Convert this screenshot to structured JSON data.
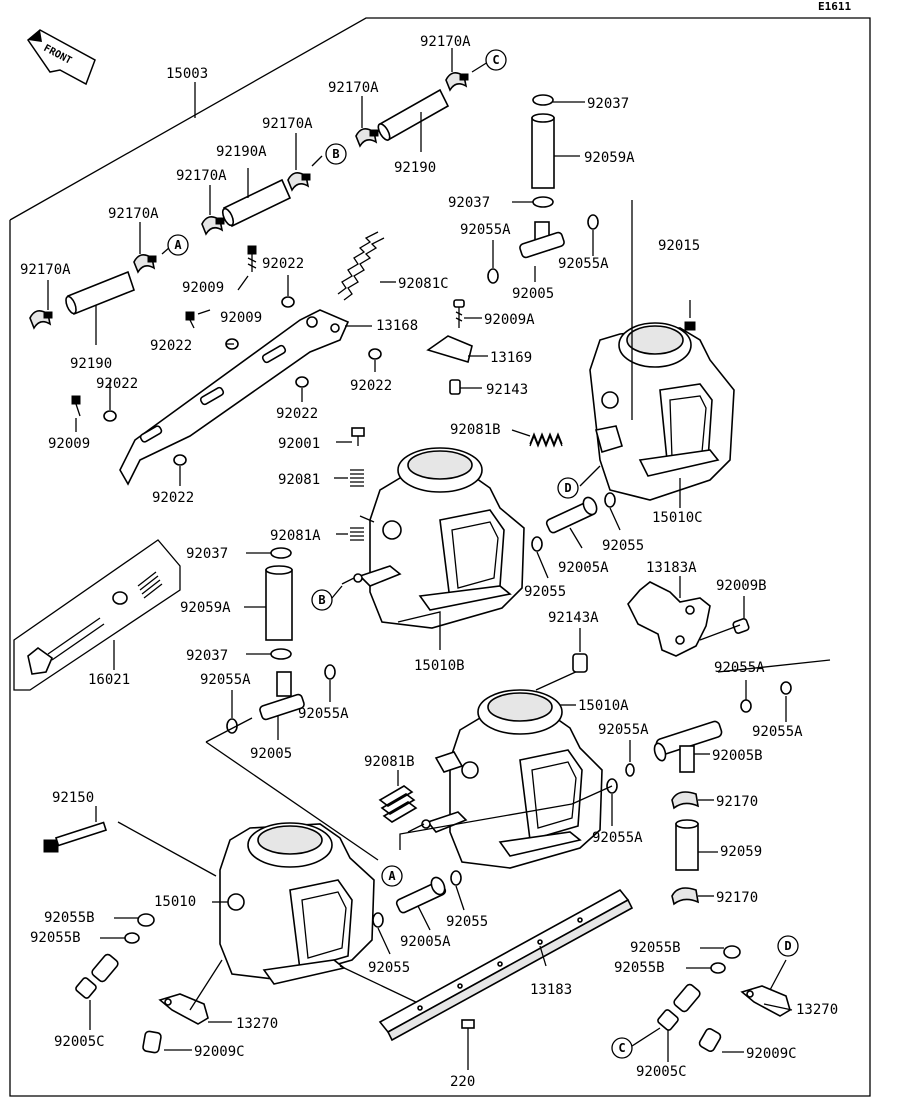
{
  "diagram_code": "E1611",
  "front_label": "FRONT",
  "callouts": {
    "A": "A",
    "B": "B",
    "C": "C",
    "D": "D"
  },
  "parts": [
    {
      "id": "p15003",
      "label": "15003"
    },
    {
      "id": "p92170A_c",
      "label": "92170A"
    },
    {
      "id": "p92037_top",
      "label": "92037"
    },
    {
      "id": "p92170A_2",
      "label": "92170A"
    },
    {
      "id": "p92059A_top",
      "label": "92059A"
    },
    {
      "id": "p92170A_3",
      "label": "92170A"
    },
    {
      "id": "p92190A",
      "label": "92190A"
    },
    {
      "id": "p92190_top",
      "label": "92190"
    },
    {
      "id": "p92170A_4",
      "label": "92170A"
    },
    {
      "id": "p92037_mid",
      "label": "92037"
    },
    {
      "id": "p92170A_5",
      "label": "92170A"
    },
    {
      "id": "p92055A_1",
      "label": "92055A"
    },
    {
      "id": "p92055A_2",
      "label": "92055A"
    },
    {
      "id": "p92015",
      "label": "92015"
    },
    {
      "id": "p92022_1",
      "label": "92022"
    },
    {
      "id": "p92170A_6",
      "label": "92170A"
    },
    {
      "id": "p92009_1",
      "label": "92009"
    },
    {
      "id": "p92081C",
      "label": "92081C"
    },
    {
      "id": "p92005_top",
      "label": "92005"
    },
    {
      "id": "p92009_2",
      "label": "92009"
    },
    {
      "id": "p92009A",
      "label": "92009A"
    },
    {
      "id": "p13168",
      "label": "13168"
    },
    {
      "id": "p92022_2",
      "label": "92022"
    },
    {
      "id": "p13169",
      "label": "13169"
    },
    {
      "id": "p92190_left",
      "label": "92190"
    },
    {
      "id": "p92022_3",
      "label": "92022"
    },
    {
      "id": "p92022_4",
      "label": "92022"
    },
    {
      "id": "p92143",
      "label": "92143"
    },
    {
      "id": "p92022_5",
      "label": "92022"
    },
    {
      "id": "p92009_3",
      "label": "92009"
    },
    {
      "id": "p92081B_top",
      "label": "92081B"
    },
    {
      "id": "p92001",
      "label": "92001"
    },
    {
      "id": "p92081",
      "label": "92081"
    },
    {
      "id": "p92022_6",
      "label": "92022"
    },
    {
      "id": "p15010C",
      "label": "15010C"
    },
    {
      "id": "p92081A",
      "label": "92081A"
    },
    {
      "id": "p92055_1",
      "label": "92055"
    },
    {
      "id": "p92037_lower",
      "label": "92037"
    },
    {
      "id": "p92005A_top",
      "label": "92005A"
    },
    {
      "id": "p13183A",
      "label": "13183A"
    },
    {
      "id": "p92055_2",
      "label": "92055"
    },
    {
      "id": "p92009B",
      "label": "92009B"
    },
    {
      "id": "p92059A_lower",
      "label": "92059A"
    },
    {
      "id": "p92143A",
      "label": "92143A"
    },
    {
      "id": "p92037_low2",
      "label": "92037"
    },
    {
      "id": "p15010B",
      "label": "15010B"
    },
    {
      "id": "p16021",
      "label": "16021"
    },
    {
      "id": "p92055A_3",
      "label": "92055A"
    },
    {
      "id": "p92055A_4",
      "label": "92055A"
    },
    {
      "id": "p92055A_5",
      "label": "92055A"
    },
    {
      "id": "p15010A",
      "label": "15010A"
    },
    {
      "id": "p92055A_6",
      "label": "92055A"
    },
    {
      "id": "p92055A_7",
      "label": "92055A"
    },
    {
      "id": "p92005_mid",
      "label": "92005"
    },
    {
      "id": "p92005B",
      "label": "92005B"
    },
    {
      "id": "p92081B_low",
      "label": "92081B"
    },
    {
      "id": "p92150",
      "label": "92150"
    },
    {
      "id": "p92170_1",
      "label": "92170"
    },
    {
      "id": "p92055A_8",
      "label": "92055A"
    },
    {
      "id": "p92059",
      "label": "92059"
    },
    {
      "id": "p15010",
      "label": "15010"
    },
    {
      "id": "p92170_2",
      "label": "92170"
    },
    {
      "id": "p92055B_1",
      "label": "92055B"
    },
    {
      "id": "p92055_3",
      "label": "92055"
    },
    {
      "id": "p92055B_2",
      "label": "92055B"
    },
    {
      "id": "p92005A_low",
      "label": "92005A"
    },
    {
      "id": "p92055B_3",
      "label": "92055B"
    },
    {
      "id": "p92055_4",
      "label": "92055"
    },
    {
      "id": "p92055B_4",
      "label": "92055B"
    },
    {
      "id": "p13183",
      "label": "13183"
    },
    {
      "id": "p13270_1",
      "label": "13270"
    },
    {
      "id": "p13270_2",
      "label": "13270"
    },
    {
      "id": "p92005C_1",
      "label": "92005C"
    },
    {
      "id": "p92009C_1",
      "label": "92009C"
    },
    {
      "id": "p92009C_2",
      "label": "92009C"
    },
    {
      "id": "p92005C_2",
      "label": "92005C"
    },
    {
      "id": "p220",
      "label": "220"
    }
  ]
}
